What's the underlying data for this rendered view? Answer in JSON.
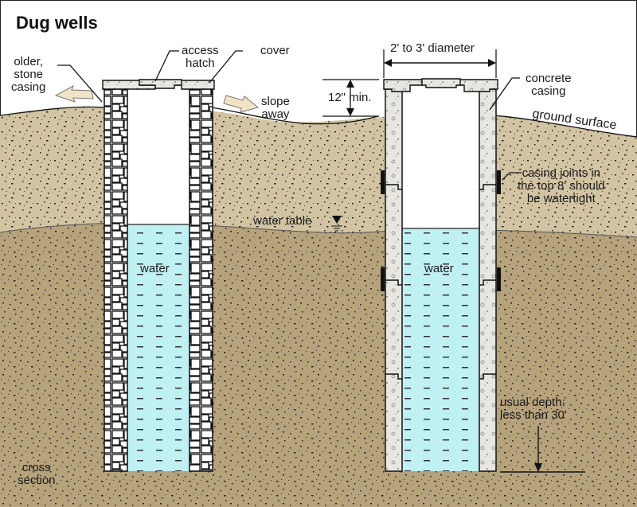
{
  "title": "Dug wells",
  "colors": {
    "upper_soil": "#d2c4a2",
    "lower_soil": "#b6a27b",
    "water": "#bff0f2",
    "concrete": "#e8e6e0",
    "stone": "#ffffff",
    "arrow_fill": "#f1e4c6",
    "outline": "#1a1a1a"
  },
  "left_well": {
    "labels": {
      "older_stone_casing": [
        "older,",
        "stone",
        "casing"
      ],
      "access_hatch": [
        "access",
        "hatch"
      ],
      "cover": "cover",
      "slope_away": [
        "slope",
        "away"
      ],
      "water": "water",
      "cross_section": [
        "cross",
        "section"
      ]
    }
  },
  "center": {
    "water_table": "water table"
  },
  "right_well": {
    "labels": {
      "diameter": "2' to 3' diameter",
      "min_height": "12\" min.",
      "concrete_casing": [
        "concrete",
        "casing"
      ],
      "ground_surface": "ground surface",
      "casing_joints": [
        "casing joints in",
        "the top 8' should",
        "be watertight"
      ],
      "water": "water",
      "usual_depth": [
        "usual depth:",
        "less than 30'"
      ]
    }
  }
}
